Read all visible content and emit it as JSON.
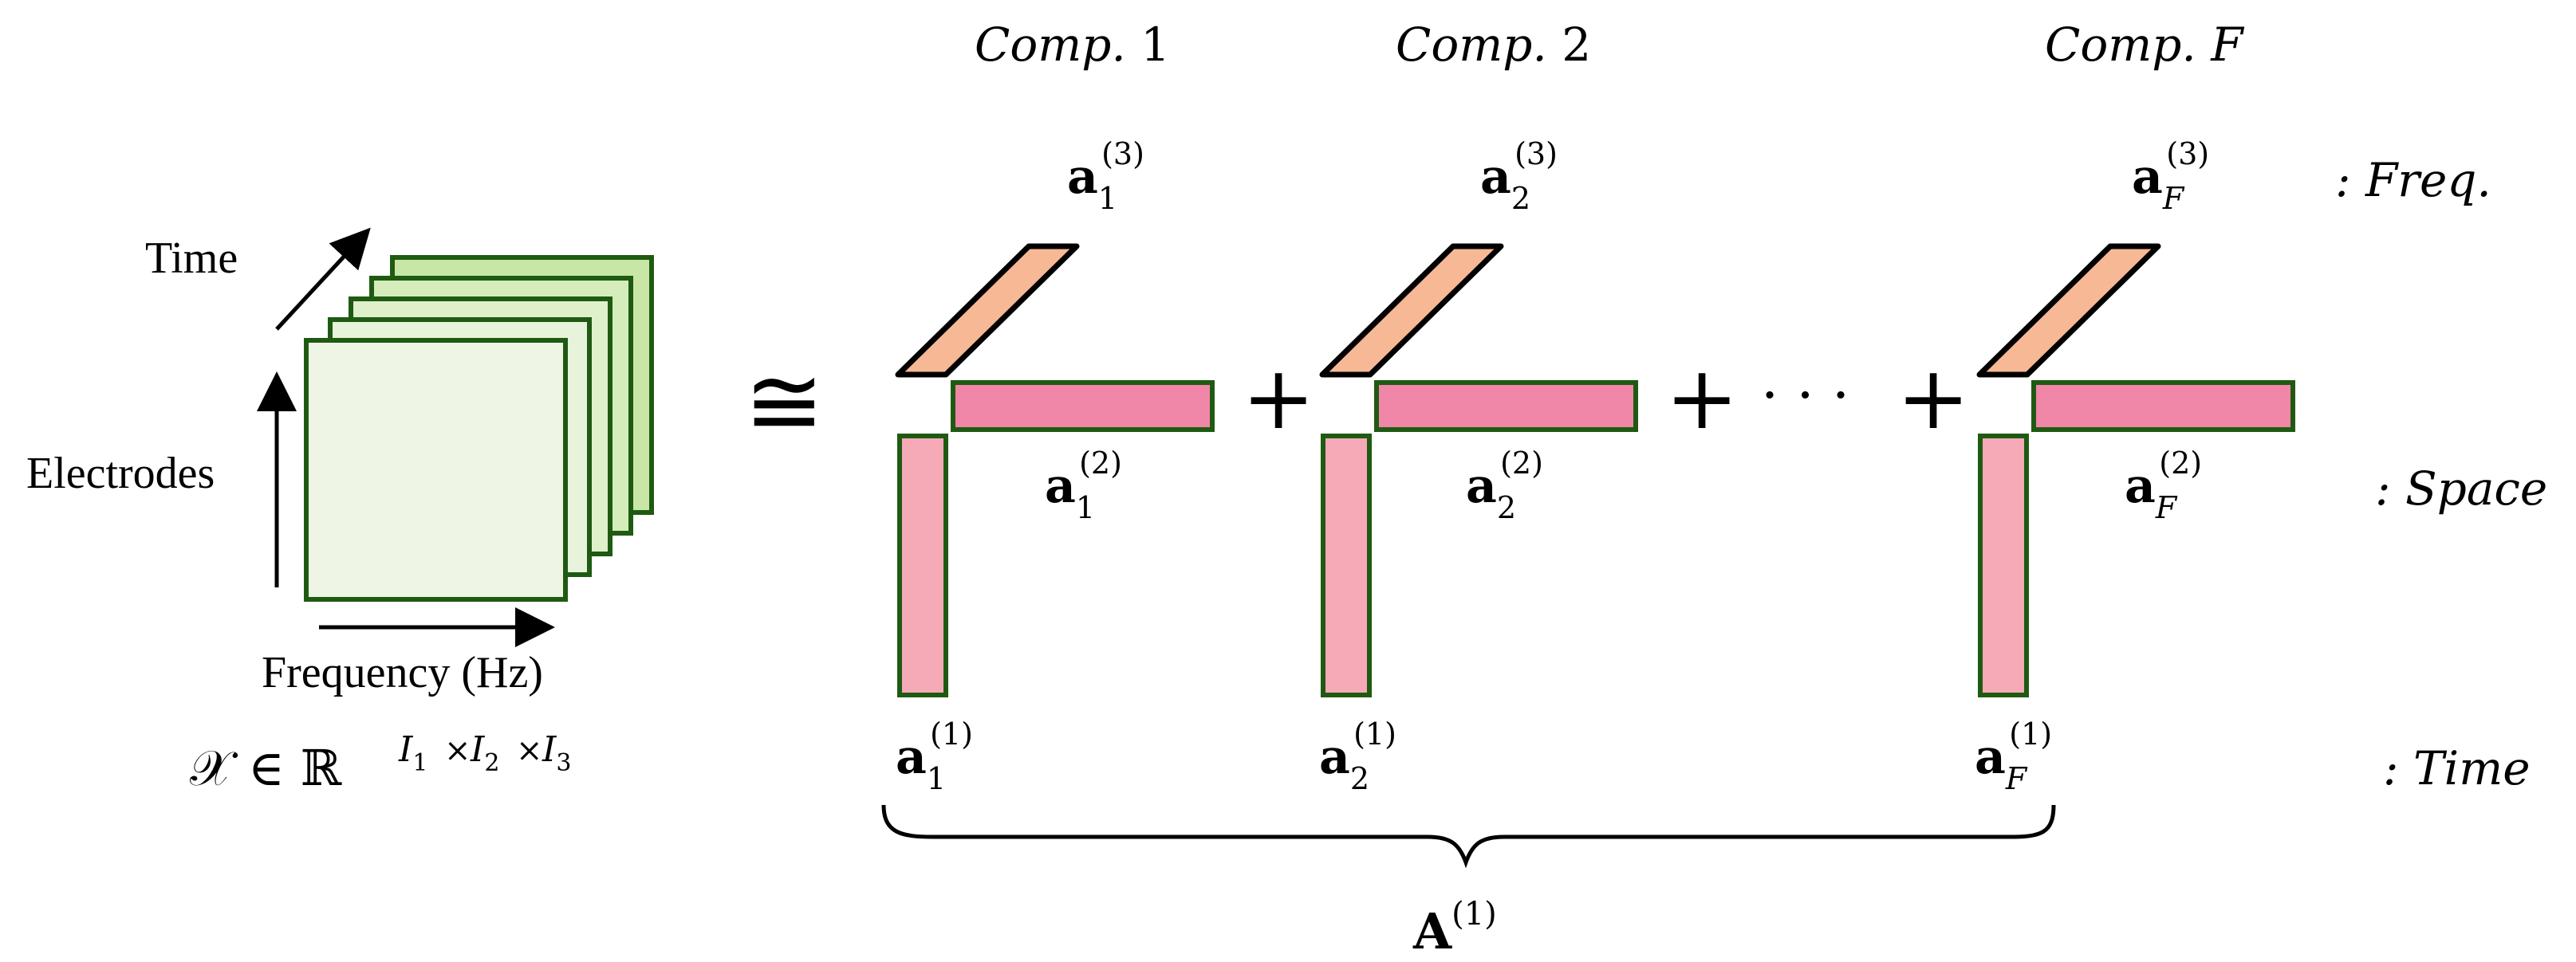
{
  "colors": {
    "slice_fill": "#eef5e4",
    "slice_fill_back": "#c8e6a5",
    "slice_stroke": "#1f5a12",
    "freq_bar_fill": "#f7b896",
    "space_bar_fill": "#f086a8",
    "time_bar_fill": "#f6aab8",
    "bar_stroke_dark": "#000000",
    "bar_stroke_green": "#1f5a12"
  },
  "tensor": {
    "axis_time": "Time",
    "axis_electrodes": "Electrodes",
    "axis_frequency": "Frequency (Hz)",
    "set_symbol": "𝒳 ∈ ℝ",
    "exp_I": "I",
    "sub_1": "1",
    "sub_2": "2",
    "sub_3": "3",
    "times": "×"
  },
  "approx_symbol": "≅",
  "plus": "+",
  "dots": "· · ·",
  "components": [
    {
      "title_word": "Comp.",
      "title_index": "1",
      "sub": "1"
    },
    {
      "title_word": "Comp.",
      "title_index": "2",
      "sub": "2"
    },
    {
      "title_word": "Comp.",
      "title_index": "F",
      "sub": "F"
    }
  ],
  "vector_letter": "a",
  "superscripts": {
    "mode1": "(1)",
    "mode2": "(2)",
    "mode3": "(3)"
  },
  "mode_labels": {
    "freq": ": Freq.",
    "space": ": Space",
    "time": ": Time"
  },
  "factor_matrix": {
    "letter": "A",
    "sup": "(1)"
  }
}
